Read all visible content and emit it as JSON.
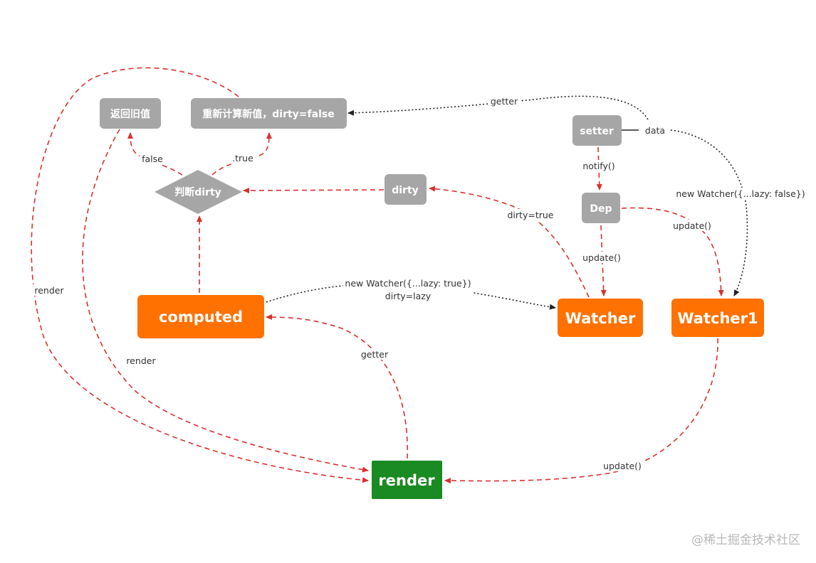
{
  "colors": {
    "red_edge": "#d93030",
    "black_edge": "#222222",
    "gray_node": "#a6a6a6",
    "orange_node": "#ff7100",
    "green_node": "#1a8a22",
    "label_text": "#333333",
    "watermark": "#b8b8b8"
  },
  "nodes": {
    "return_old": "返回旧值",
    "recompute": "重新计算新值，dirty=false",
    "setter": "setter",
    "data": "data",
    "dirty": "dirty",
    "judge": "判断dirty",
    "dep": "Dep",
    "computed": "computed",
    "watcher": "Watcher",
    "watcher1": "Watcher1",
    "render": "render"
  },
  "edge_labels": {
    "getter_top": "getter",
    "false": "false",
    "true": ".true",
    "notify": "notify()",
    "new_watcher_false": "new Watcher({...lazy: false})",
    "dirty_true": "dirty=true",
    "update_dep_watcher1": "update()",
    "update_dep_watcher": "update()",
    "render_left": "render",
    "new_watcher_true_1": "new Watcher({...lazy: true})",
    "new_watcher_true_2": "dirty=lazy",
    "getter_bottom": "getter",
    "render_mid": "render",
    "update_bottom": "update()"
  },
  "watermark": "@稀土掘金技术社区"
}
